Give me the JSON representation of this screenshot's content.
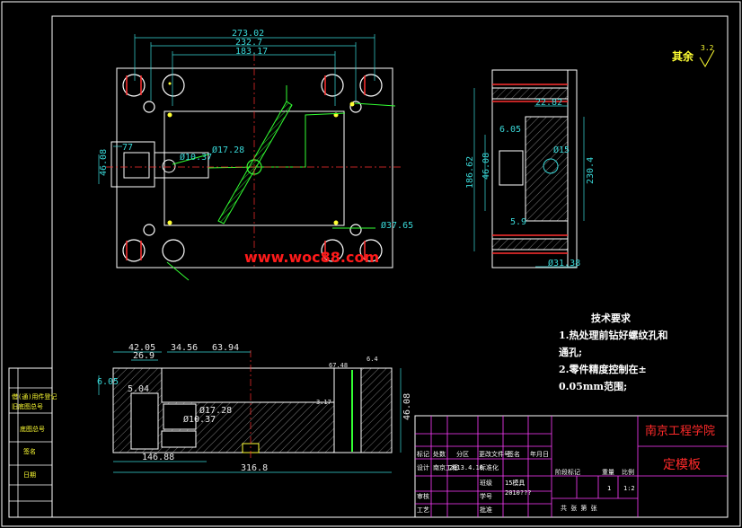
{
  "drawing": {
    "school": "南京工程学院",
    "part_name": "定模板",
    "surface_note": "其余",
    "roughness_value": "3.2",
    "watermark": "www.woc88.com"
  },
  "tech_requirements": {
    "heading": "技术要求",
    "lines": [
      "1.热处理前钻好螺纹孔和",
      "通孔;",
      "2.零件精度控制在±",
      "0.05mm范围;"
    ]
  },
  "top_view": {
    "dims": [
      "273.02",
      "232.7",
      "183.17",
      "77",
      "46.08",
      "Ø10.37",
      "Ø17.28",
      "Ø37.65"
    ]
  },
  "side_view": {
    "dims": [
      "22.82",
      "6.05",
      "Ø15",
      "186.62",
      "46.08",
      "230.4",
      "5.9",
      "Ø31.38"
    ]
  },
  "front_view": {
    "dims": [
      "42.05",
      "26.9",
      "34.56",
      "63.94",
      "6.05",
      "5.04",
      "Ø10.37",
      "Ø17.28",
      "146.88",
      "316.8",
      "46.08",
      "6.4",
      "67.48",
      "3.17"
    ]
  },
  "title_block": {
    "row1": [
      "标记",
      "处数",
      "分区",
      "更改文件号",
      "签名",
      "年月日"
    ],
    "row2": [
      "设计",
      "南京工程",
      "2013.4.10",
      "标准化"
    ],
    "stage_headers": [
      "阶段标记",
      "重量",
      "比例"
    ],
    "weight": "1",
    "scale": "1:2",
    "class_label": "班级",
    "class_value": "15模具",
    "id_label": "学号",
    "id_value": "2010???",
    "audit": "审核",
    "process": "工艺",
    "approve": "批准",
    "sheet_info": "共 张 第 张"
  },
  "left_strip": [
    "借(通)用件登记",
    "旧底图总号",
    "底图总号",
    "签名",
    "日期"
  ]
}
